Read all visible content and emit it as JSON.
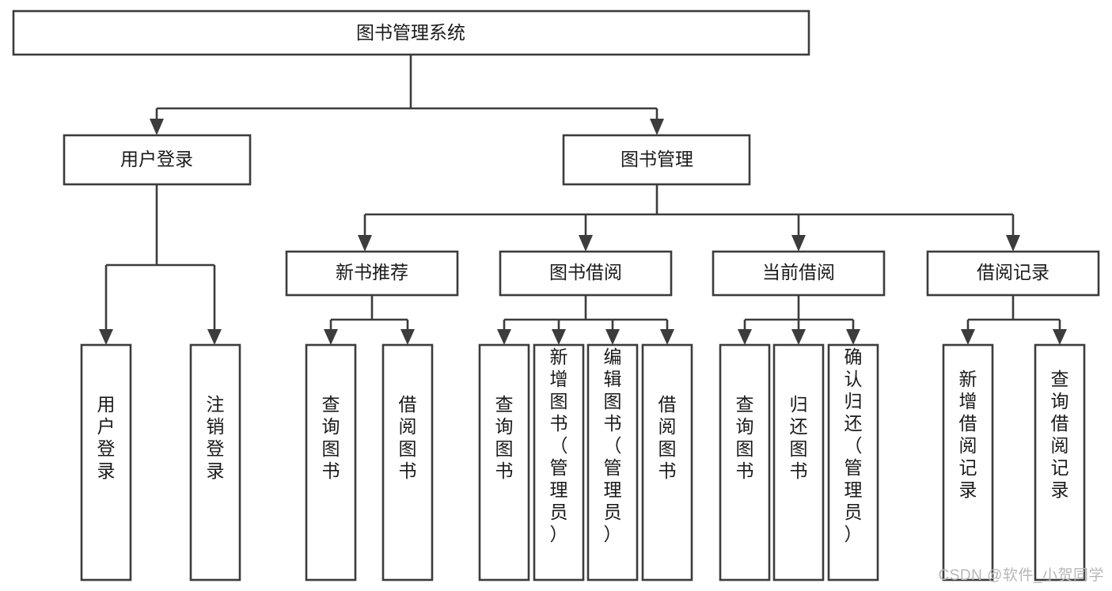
{
  "diagram": {
    "type": "tree-hierarchy",
    "title": "图书管理系统",
    "watermark": "CSDN @软件_小贺同学",
    "colors": {
      "stroke": "#3c3c3c",
      "fill": "#ffffff",
      "text": "#1a1a1a",
      "watermark": "#b7b7b7",
      "background": "#ffffff"
    },
    "levels": [
      {
        "level": 1,
        "nodes": [
          {
            "id": "root",
            "label": "图书管理系统",
            "orientation": "horizontal"
          }
        ]
      },
      {
        "level": 2,
        "nodes": [
          {
            "id": "user-login",
            "label": "用户登录",
            "orientation": "horizontal",
            "parent": "root"
          },
          {
            "id": "book-management",
            "label": "图书管理",
            "orientation": "horizontal",
            "parent": "root"
          }
        ]
      },
      {
        "level": 3,
        "nodes": [
          {
            "id": "new-book-recommend",
            "label": "新书推荐",
            "orientation": "horizontal",
            "parent": "book-management"
          },
          {
            "id": "book-borrow",
            "label": "图书借阅",
            "orientation": "horizontal",
            "parent": "book-management"
          },
          {
            "id": "current-borrow",
            "label": "当前借阅",
            "orientation": "horizontal",
            "parent": "book-management"
          },
          {
            "id": "borrow-record",
            "label": "借阅记录",
            "orientation": "horizontal",
            "parent": "book-management"
          }
        ]
      },
      {
        "level": 4,
        "nodes": [
          {
            "id": "leaf-user-login",
            "label": "用户登录",
            "orientation": "vertical",
            "parent": "user-login"
          },
          {
            "id": "leaf-logout",
            "label": "注销登录",
            "orientation": "vertical",
            "parent": "user-login"
          },
          {
            "id": "leaf-query-book-1",
            "label": "查询图书",
            "orientation": "vertical",
            "parent": "new-book-recommend"
          },
          {
            "id": "leaf-borrow-book-1",
            "label": "借阅图书",
            "orientation": "vertical",
            "parent": "new-book-recommend"
          },
          {
            "id": "leaf-query-book-2",
            "label": "查询图书",
            "orientation": "vertical",
            "parent": "book-borrow"
          },
          {
            "id": "leaf-add-book",
            "label": "新增图书（管理员）",
            "orientation": "vertical",
            "parent": "book-borrow"
          },
          {
            "id": "leaf-edit-book",
            "label": "编辑图书（管理员）",
            "orientation": "vertical",
            "parent": "book-borrow"
          },
          {
            "id": "leaf-borrow-book-2",
            "label": "借阅图书",
            "orientation": "vertical",
            "parent": "book-borrow"
          },
          {
            "id": "leaf-query-book-3",
            "label": "查询图书",
            "orientation": "vertical",
            "parent": "current-borrow"
          },
          {
            "id": "leaf-return-book",
            "label": "归还图书",
            "orientation": "vertical",
            "parent": "current-borrow"
          },
          {
            "id": "leaf-confirm-return",
            "label": "确认归还（管理员）",
            "orientation": "vertical",
            "parent": "current-borrow"
          },
          {
            "id": "leaf-add-record",
            "label": "新增借阅记录",
            "orientation": "vertical",
            "parent": "borrow-record"
          },
          {
            "id": "leaf-query-record",
            "label": "查询借阅记录",
            "orientation": "vertical",
            "parent": "borrow-record"
          }
        ]
      }
    ]
  }
}
